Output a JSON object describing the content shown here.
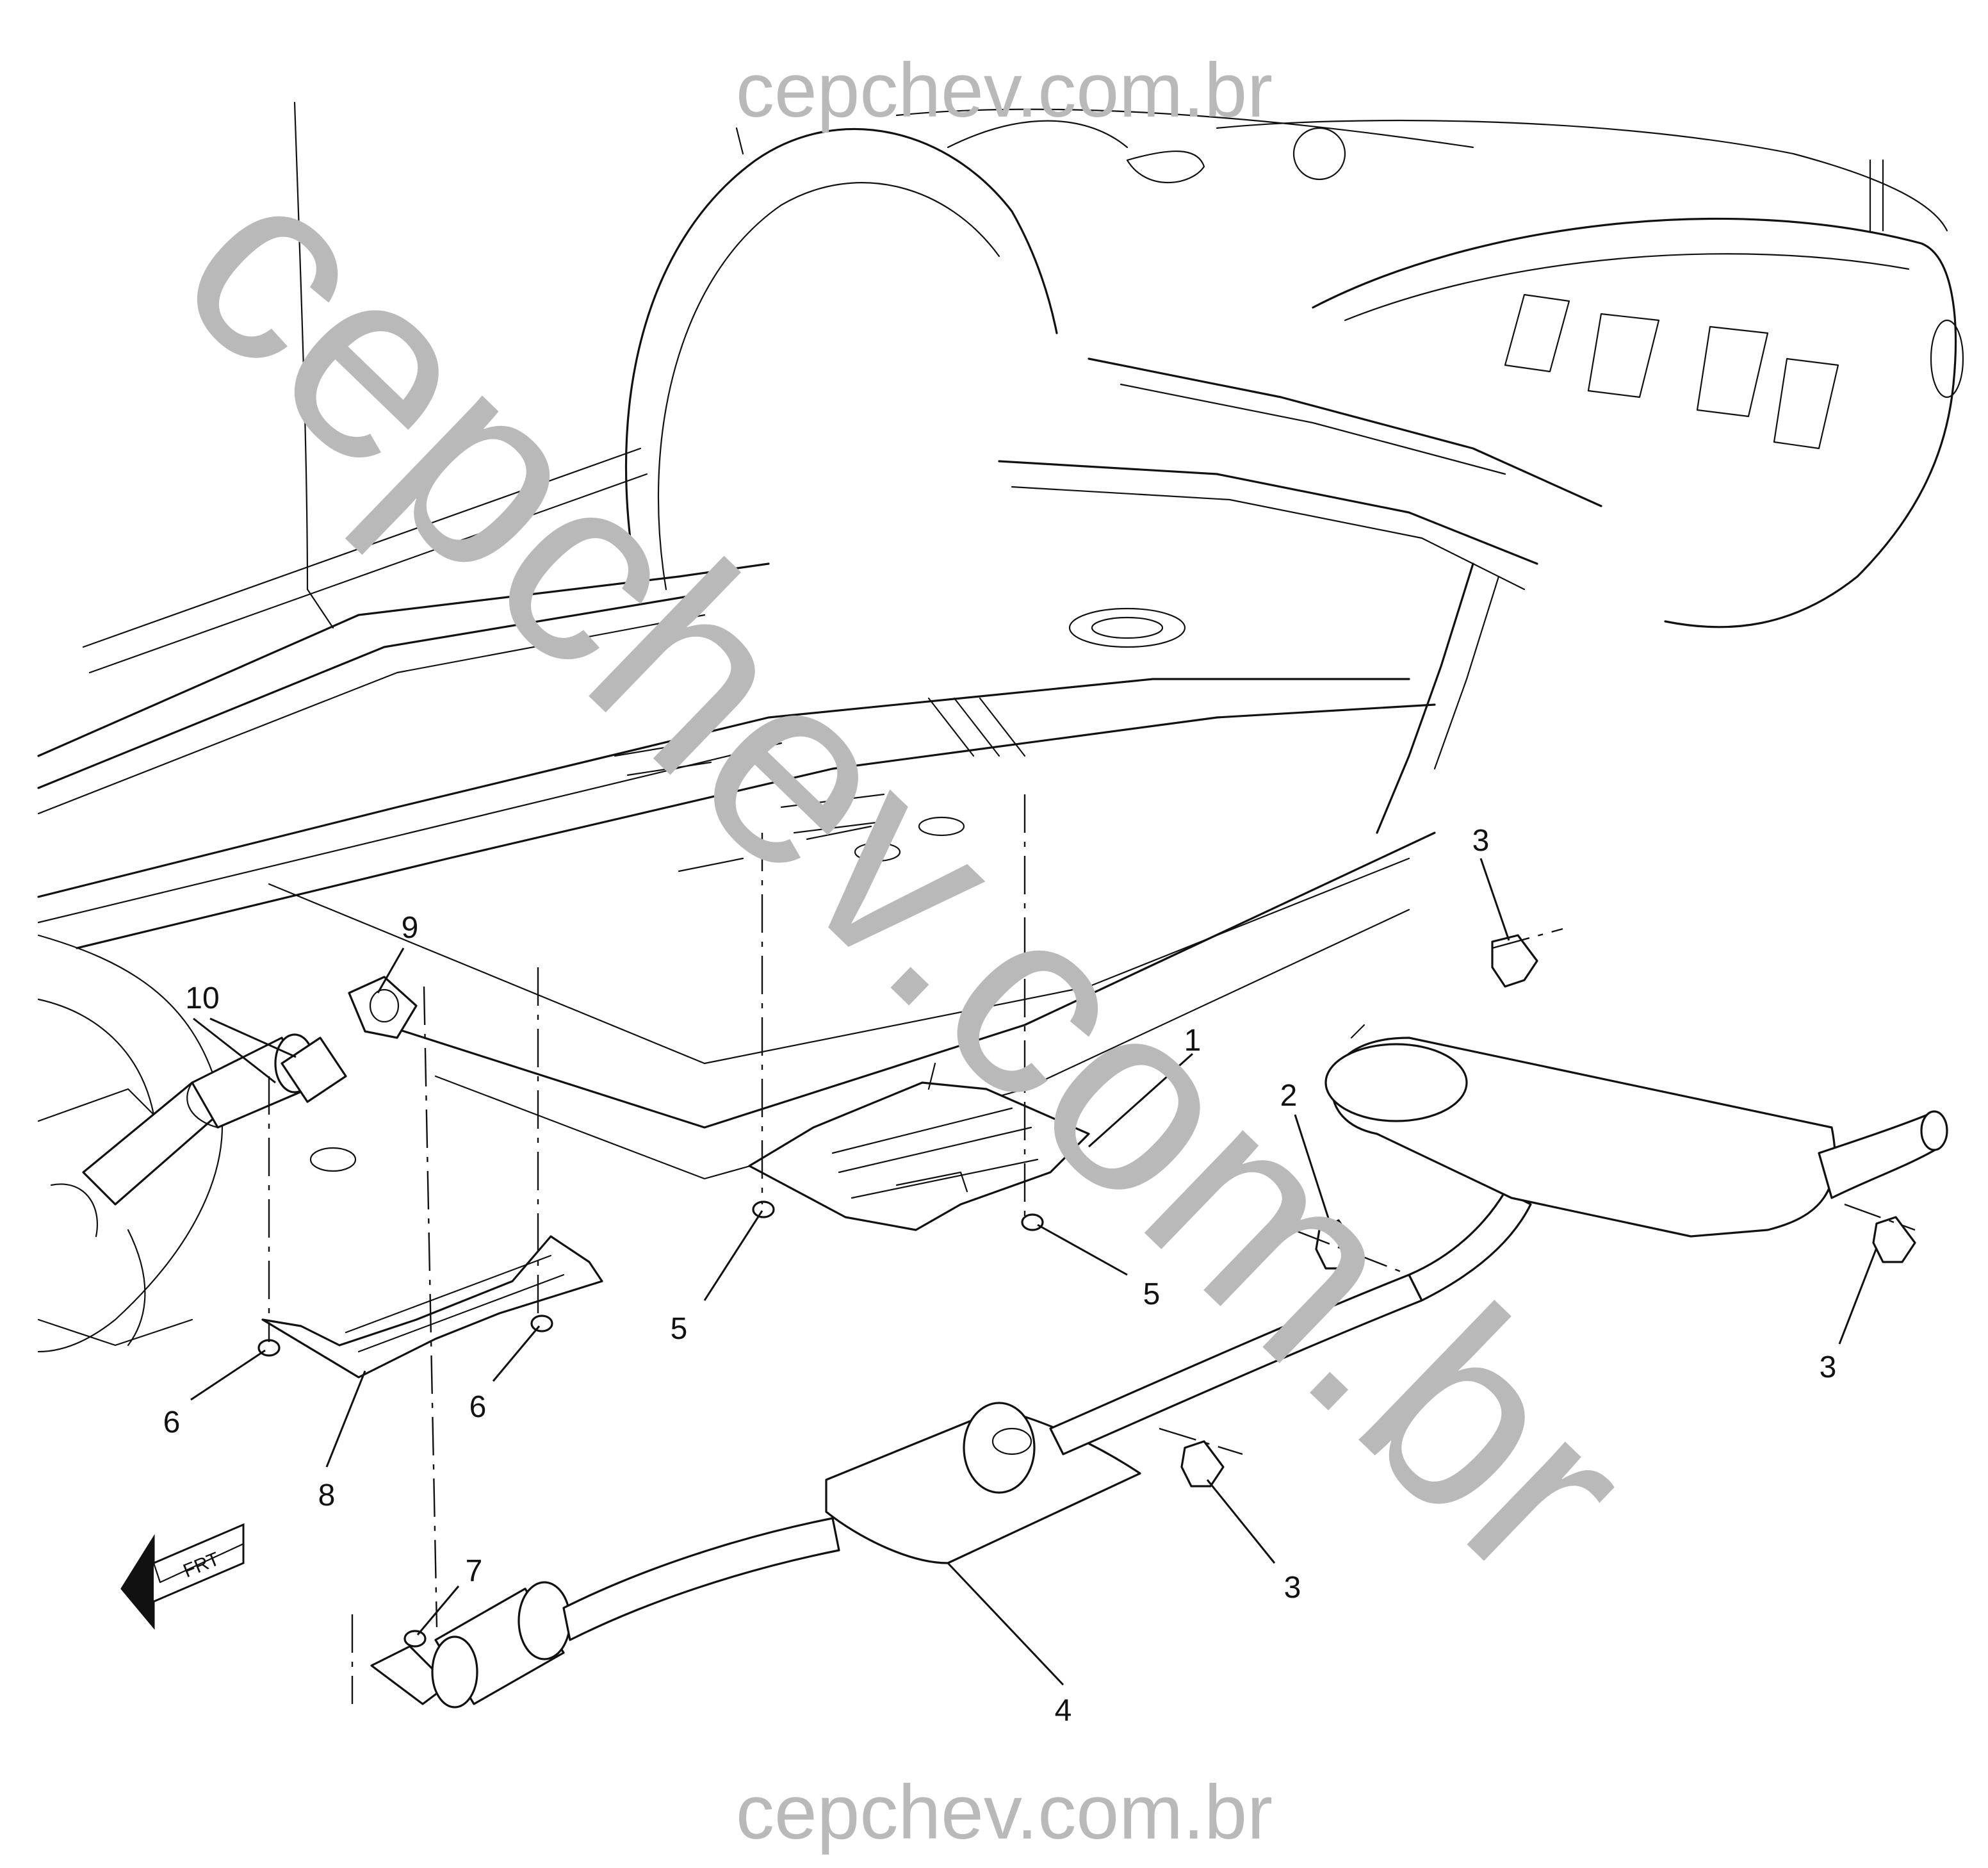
{
  "watermark": {
    "top": "cepchev.com.br",
    "bottom": "cepchev.com.br",
    "diagonal": "cepchev.com.br",
    "color": "#b9b9b9"
  },
  "callouts": {
    "c1": "1",
    "c2": "2",
    "c3a": "3",
    "c3b": "3",
    "c3c": "3",
    "c4": "4",
    "c5a": "5",
    "c5b": "5",
    "c6a": "6",
    "c6b": "6",
    "c7": "7",
    "c8": "8",
    "c9": "9",
    "c10": "10"
  },
  "front_arrow": {
    "label": "FRT",
    "icon": "front-direction-arrow-icon"
  }
}
